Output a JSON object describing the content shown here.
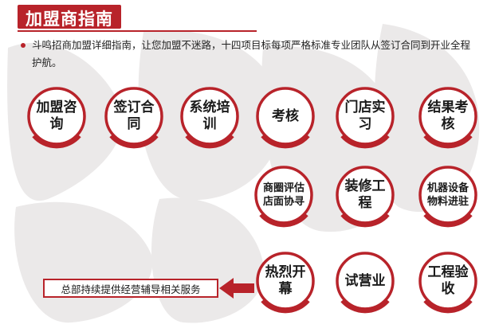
{
  "title": "加盟商指南",
  "intro": "斗鸣招商加盟详细指南，让您加盟不迷路，十四项目标每项严格标准专业团队从签订合同到开业全程护航。",
  "steps": [
    {
      "label": "加盟咨询"
    },
    {
      "label": "签订合同"
    },
    {
      "label": "系统培训"
    },
    {
      "label": "考核"
    },
    {
      "label": "门店实习"
    },
    {
      "label": "结果考核"
    },
    {
      "label": "商圈评估店面协寻"
    },
    {
      "label": "装修工程"
    },
    {
      "label": "机器设备物料进驻"
    },
    {
      "label": "热烈开幕"
    },
    {
      "label": "试营业"
    },
    {
      "label": "工程验收"
    }
  ],
  "footer_note": "总部持续提供经营辅导相关服务",
  "colors": {
    "accent": "#b8232a",
    "brush_bg": "#ebe9e9"
  },
  "icons": [
    "bullet-dot-icon",
    "arrow-left-icon"
  ]
}
